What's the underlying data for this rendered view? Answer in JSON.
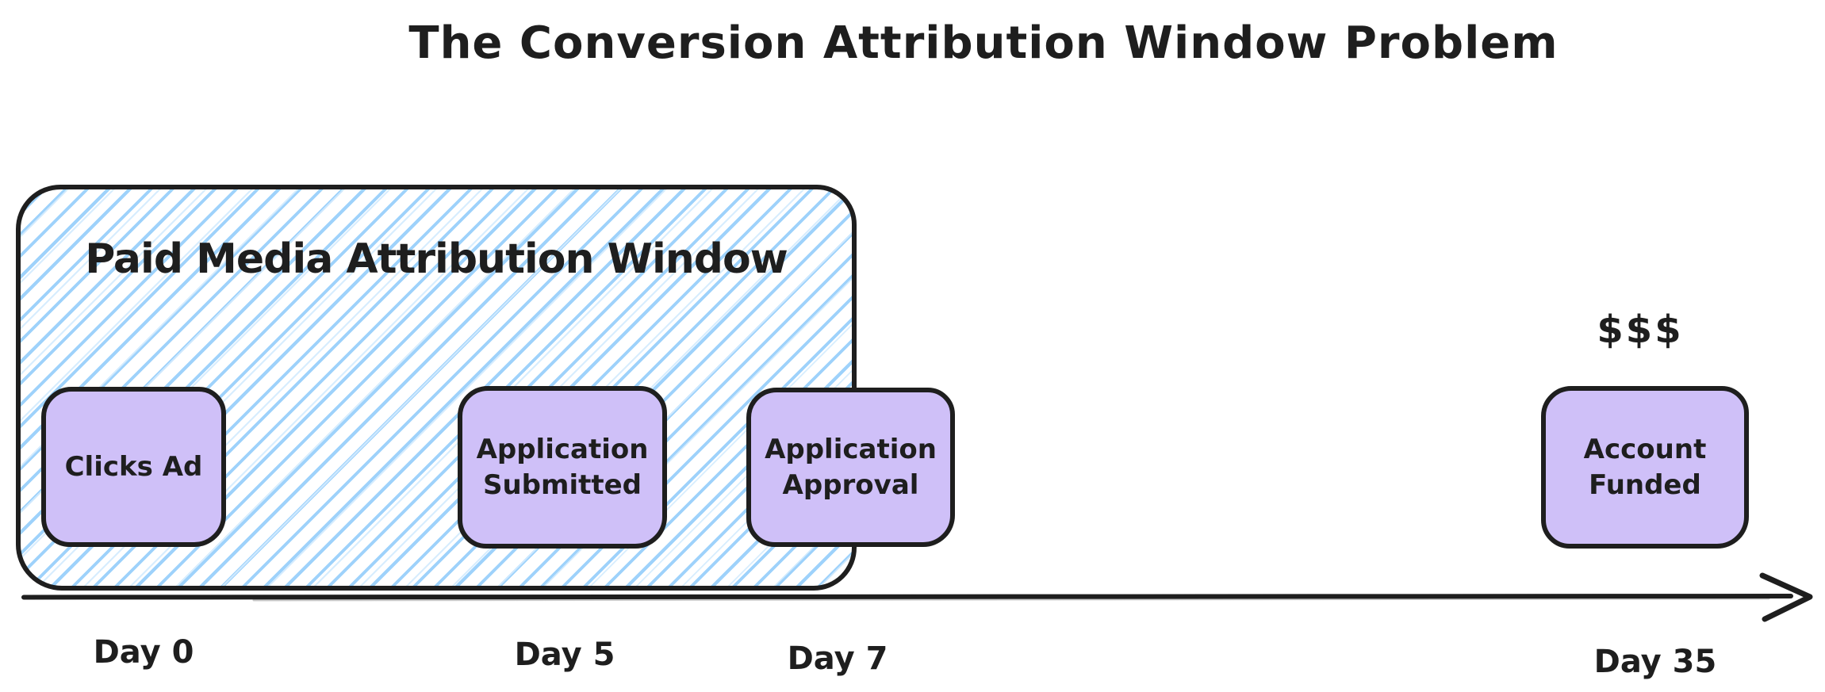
{
  "title": "The Conversion Attribution Window Problem",
  "attribution_window": {
    "label": "Paid Media Attribution Window"
  },
  "events": [
    {
      "label": "Clicks Ad"
    },
    {
      "label": "Application Submitted"
    },
    {
      "label": "Application Approval"
    },
    {
      "label": "Account Funded",
      "annotation": "$$$"
    }
  ],
  "timeline": {
    "day_labels": [
      "Day 0",
      "Day 5",
      "Day 7",
      "Day 35"
    ]
  },
  "colors": {
    "ink": "#1e1e1e",
    "event_fill": "#cfc0f8",
    "hatch_line": "#9ed2fb",
    "background": "#ffffff"
  }
}
